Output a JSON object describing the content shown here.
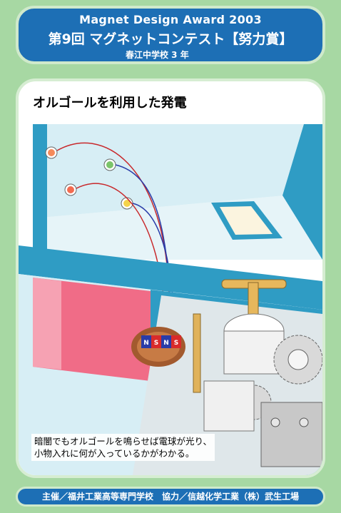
{
  "header": {
    "award": "Magnet Design Award 2003",
    "title": "第9回 マグネットコンテスト【努力賞】",
    "school": "春江中学校 3 年"
  },
  "panel": {
    "title": "オルゴールを利用した発電",
    "description_line1": "暗闇でもオルゴールを鳴らせば電球が光り、",
    "description_line2": "小物入れに何が入っているかがわかる。",
    "magnet_labels": [
      "N",
      "S",
      "N",
      "S"
    ]
  },
  "footer": {
    "text": "主催／福井工業高等専門学校　協力／信越化学工業（株）武生工場"
  },
  "colors": {
    "header_blue": "#1d6fb5",
    "card_green": "#a7d8a3",
    "box_blue": "#2f9cc4",
    "box_pink": "#f06c87"
  }
}
